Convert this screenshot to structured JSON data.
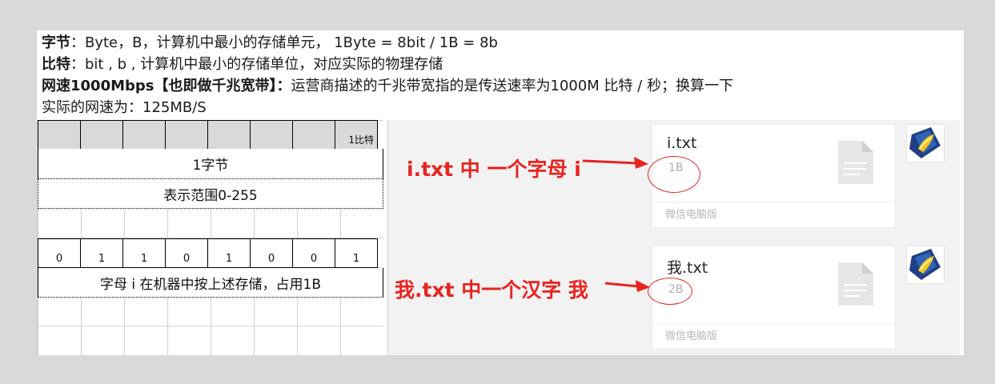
{
  "notes": {
    "line1_term": "字节",
    "line1_text": "：Byte，B，计算机中最小的存储单元， 1Byte = 8bit /  1B = 8b",
    "line2_term": "比特",
    "line2_text": "：bit , b , 计算机中最小的存储单位，对应实际的物理存储",
    "line3_term": "网速1000Mbps【也即做千兆宽带】：",
    "line3_text": "运营商描述的千兆带宽指的是传送速率为1000M 比特 / 秒；换算一下",
    "line4_text": "实际的网速为：125MB/S"
  },
  "diagram": {
    "bit_label": "1比特",
    "byte_label": "1字节",
    "range_label": "表示范围0-255",
    "bits": [
      "0",
      "1",
      "1",
      "0",
      "1",
      "0",
      "0",
      "1"
    ],
    "storage_label": "字母 i 在机器中按上述存储，占用1B"
  },
  "chat": {
    "annotation_1": "i.txt 中 一个字母 i",
    "annotation_2": "我.txt 中一个汉字 我",
    "files": [
      {
        "name": "i.txt",
        "size": "1B",
        "source": "微信电脑版"
      },
      {
        "name": "我.txt",
        "size": "2B",
        "source": "微信电脑版"
      }
    ],
    "annotation_color": "#e8231e"
  }
}
